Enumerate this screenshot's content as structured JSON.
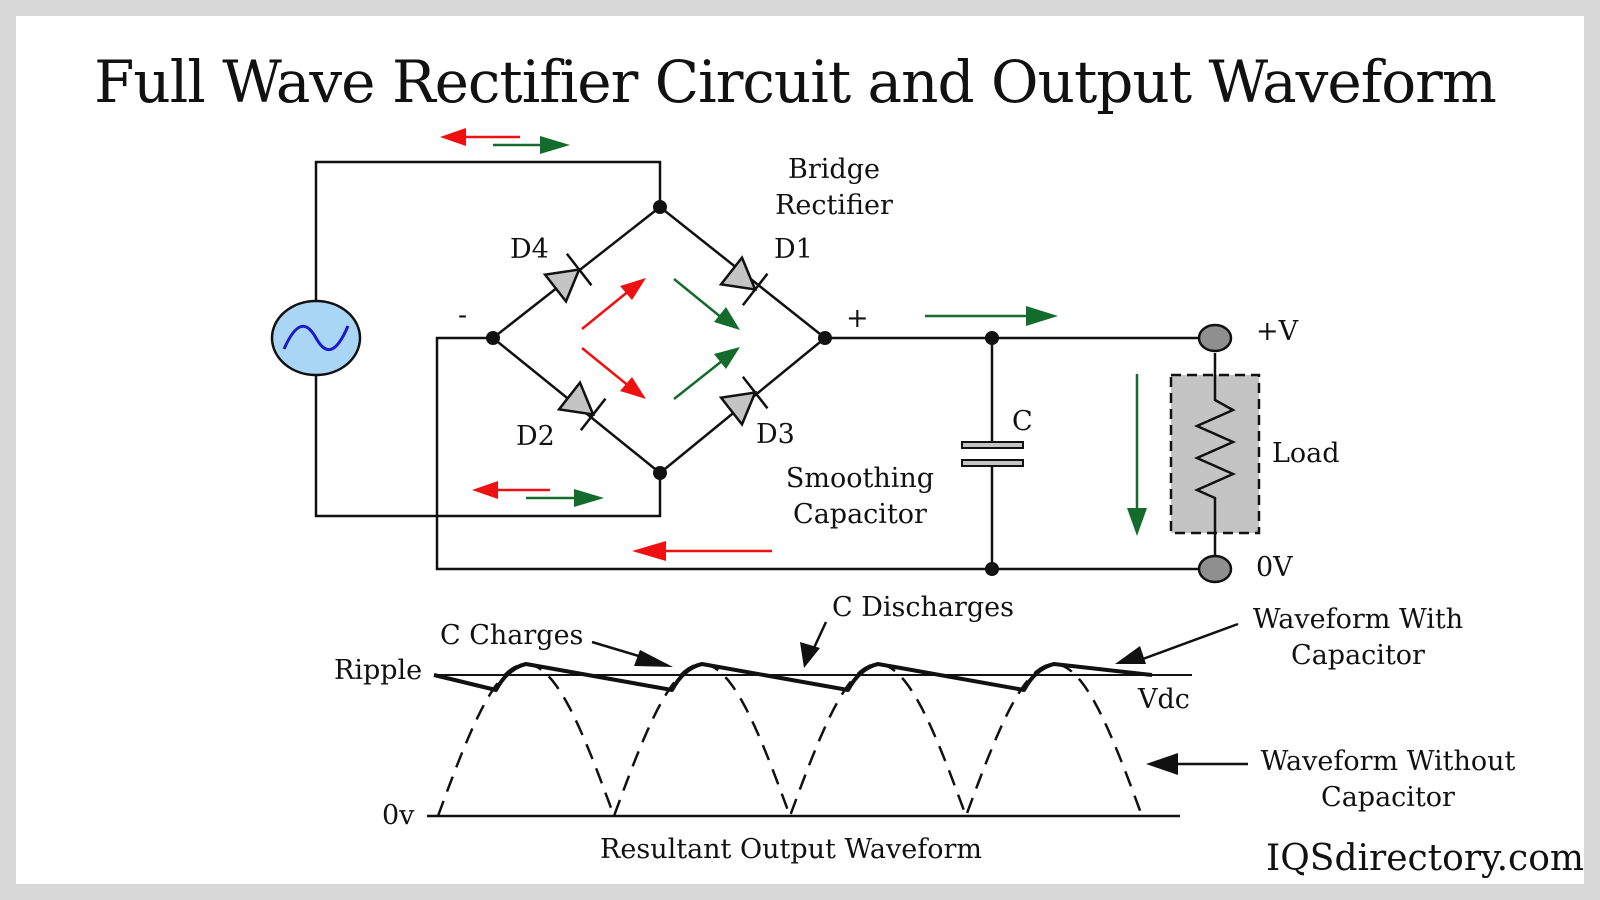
{
  "title": "Full Wave Rectifier Circuit and Output Waveform",
  "circuit": {
    "source_icon": "ac-sine-source-icon",
    "bridge_label_line1": "Bridge",
    "bridge_label_line2": "Rectifier",
    "diodes": [
      {
        "id": "D1",
        "label": "D1"
      },
      {
        "id": "D2",
        "label": "D2"
      },
      {
        "id": "D3",
        "label": "D3"
      },
      {
        "id": "D4",
        "label": "D4"
      }
    ],
    "minus_sign": "-",
    "plus_sign": "+",
    "capacitor_label": "C",
    "capacitor_caption_line1": "Smoothing",
    "capacitor_caption_line2": "Capacitor",
    "load_label": "Load",
    "terminal_pos": "+V",
    "terminal_gnd": "0V",
    "colors": {
      "positive_half_cycle": "#136b2c",
      "negative_half_cycle": "#ee1111",
      "source_fill": "#a9d6f5",
      "source_wave": "#1a1acc",
      "component_fill": "#c4c4c4"
    }
  },
  "waveform": {
    "label_ripple": "Ripple",
    "label_zero": "0v",
    "label_vdc": "Vdc",
    "label_c_charges": "C Charges",
    "label_c_discharges": "C Discharges",
    "label_with_cap_line1": "Waveform With",
    "label_with_cap_line2": "Capacitor",
    "label_without_cap_line1": "Waveform Without",
    "label_without_cap_line2": "Capacitor",
    "caption": "Resultant Output Waveform",
    "half_cycles": 4
  },
  "watermark": "IQSdirectory.com"
}
